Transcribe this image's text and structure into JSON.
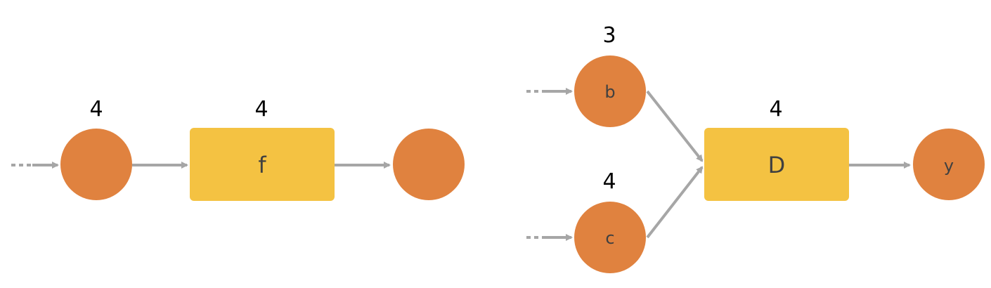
{
  "colors": {
    "node_fill": "#E0823F",
    "op_fill": "#F4C242",
    "edge": "#A6A6A6",
    "label_text": "#404040",
    "count_text": "#000000"
  },
  "left_graph": {
    "input_node": {
      "label": "",
      "count": "4"
    },
    "op": {
      "label": "f",
      "count": "4"
    },
    "output_node": {
      "label": ""
    }
  },
  "right_graph": {
    "input_b": {
      "label": "b",
      "count": "3"
    },
    "input_c": {
      "label": "c",
      "count": "4"
    },
    "op": {
      "label": "D",
      "count": "4"
    },
    "output_y": {
      "label": "y"
    }
  }
}
